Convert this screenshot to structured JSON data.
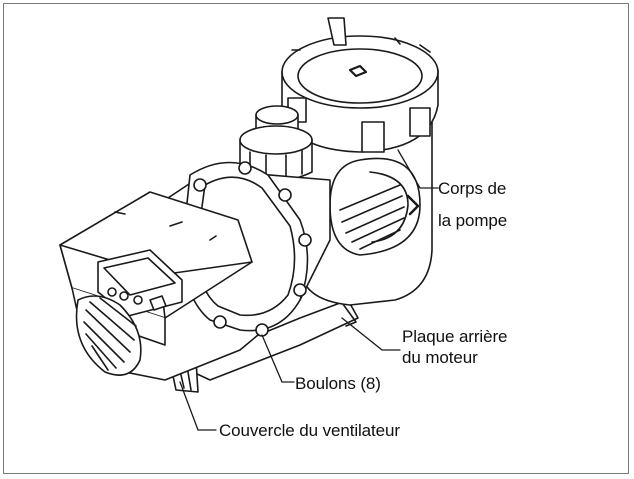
{
  "labels": {
    "corps_line1": "Corps de",
    "corps_line2": "la pompe",
    "plaque_line1": "Plaque arrière",
    "plaque_line2": "du moteur",
    "boulons": "Boulons (8)",
    "couvercle": "Couvercle du ventilateur"
  },
  "colors": {
    "line": "#1a1a1a",
    "fill": "#ffffff",
    "shade": "#5a5a5a",
    "frame": "#7a7a7a"
  },
  "icons": {
    "illustration": "pool-pump-illustration"
  }
}
